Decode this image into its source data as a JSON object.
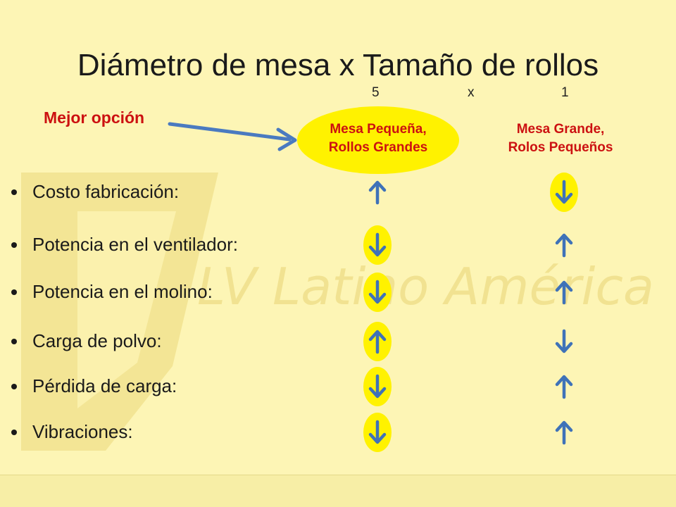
{
  "slide": {
    "title": "Diámetro de mesa x Tamaño de rollos",
    "ratio": {
      "a": "5",
      "sep": "x",
      "b": "1"
    },
    "best_option_label": "Mejor opción",
    "watermark_text": "LV Latino América",
    "columns": [
      {
        "label_line1": "Mesa Pequeña,",
        "label_line2": "Rollos Grandes",
        "highlighted": true
      },
      {
        "label_line1": "Mesa Grande,",
        "label_line2": "Rolos Pequeños",
        "highlighted": false
      }
    ],
    "rows": [
      {
        "label": "Costo fabricación:",
        "a": "up",
        "a_highlight": false,
        "b": "down",
        "b_highlight": true
      },
      {
        "label": "Potencia en el ventilador:",
        "a": "down",
        "a_highlight": true,
        "b": "up",
        "b_highlight": false
      },
      {
        "label": "Potencia en el molino:",
        "a": "down",
        "a_highlight": true,
        "b": "up",
        "b_highlight": false
      },
      {
        "label": "Carga de polvo:",
        "a": "up",
        "a_highlight": true,
        "b": "down",
        "b_highlight": false
      },
      {
        "label": "Pérdida de carga:",
        "a": "down",
        "a_highlight": true,
        "b": "up",
        "b_highlight": false
      },
      {
        "label": "Vibraciones:",
        "a": "down",
        "a_highlight": true,
        "b": "up",
        "b_highlight": false
      }
    ]
  },
  "colors": {
    "background": "#fdf5b5",
    "highlight": "#fff200",
    "accent_red": "#cc1111",
    "arrow_blue": "#3f72b8",
    "pointer_blue": "#4a7ac0"
  },
  "icons": {
    "up": "arrow-up-icon",
    "down": "arrow-down-icon",
    "pointer": "arrow-right-icon"
  }
}
